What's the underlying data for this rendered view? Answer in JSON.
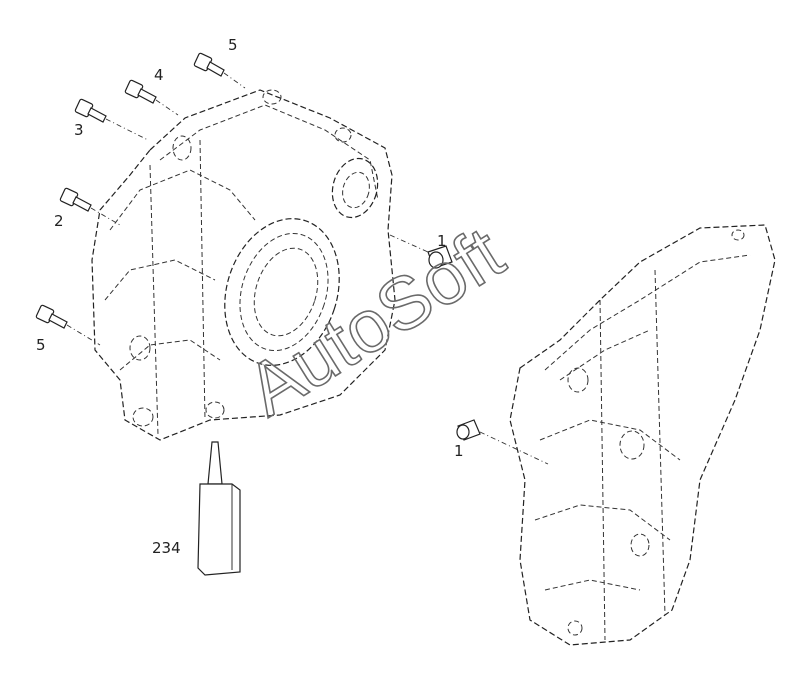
{
  "diagram": {
    "callouts": [
      {
        "id": "bolt-5-top",
        "text": "5"
      },
      {
        "id": "bolt-4",
        "text": "4"
      },
      {
        "id": "bolt-3",
        "text": "3"
      },
      {
        "id": "bolt-2",
        "text": "2"
      },
      {
        "id": "bolt-5-left",
        "text": "5"
      },
      {
        "id": "pin-1-housing",
        "text": "1"
      },
      {
        "id": "pin-1-cover",
        "text": "1"
      },
      {
        "id": "sealant",
        "text": "234"
      }
    ],
    "watermark": "AutoSoft"
  }
}
